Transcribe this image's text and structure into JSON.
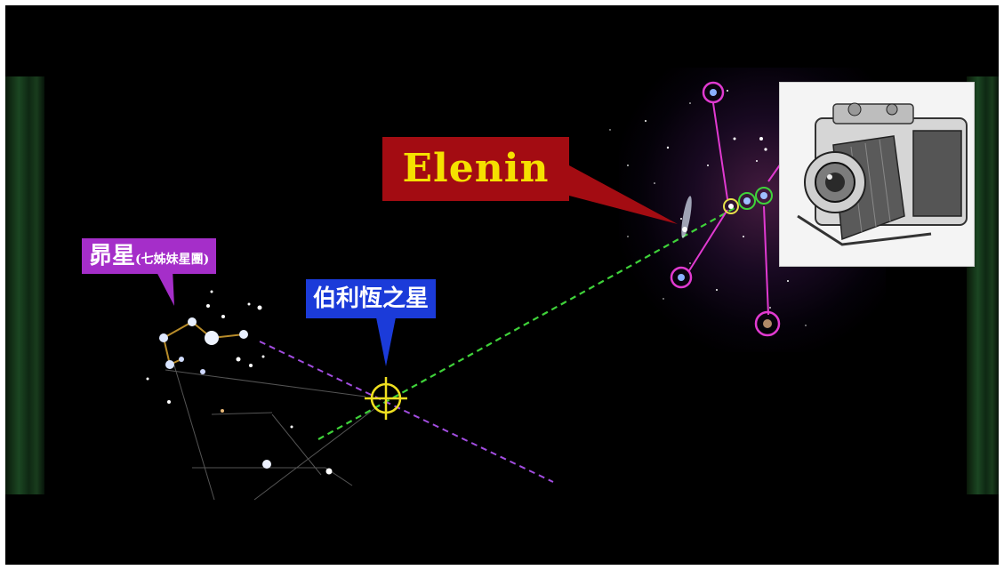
{
  "labels": {
    "elenin": "Elenin",
    "pleiades_main": "昴星",
    "pleiades_sub": "(七姊妹星團)",
    "betelgeuse": "伯利恆之星"
  },
  "colors": {
    "elenin_bg": "#a30c12",
    "elenin_text": "#f5e100",
    "pleiades_bg": "#a52ec9",
    "betelgeuse_bg": "#1b3bd9",
    "green_line": "#3fd23a",
    "purple_line": "#a24de0",
    "crosshair": "#f0e020",
    "orion_lines": "#e03ad0"
  },
  "icons": [
    "crosshair-icon",
    "camera-illustration",
    "comet-icon"
  ]
}
